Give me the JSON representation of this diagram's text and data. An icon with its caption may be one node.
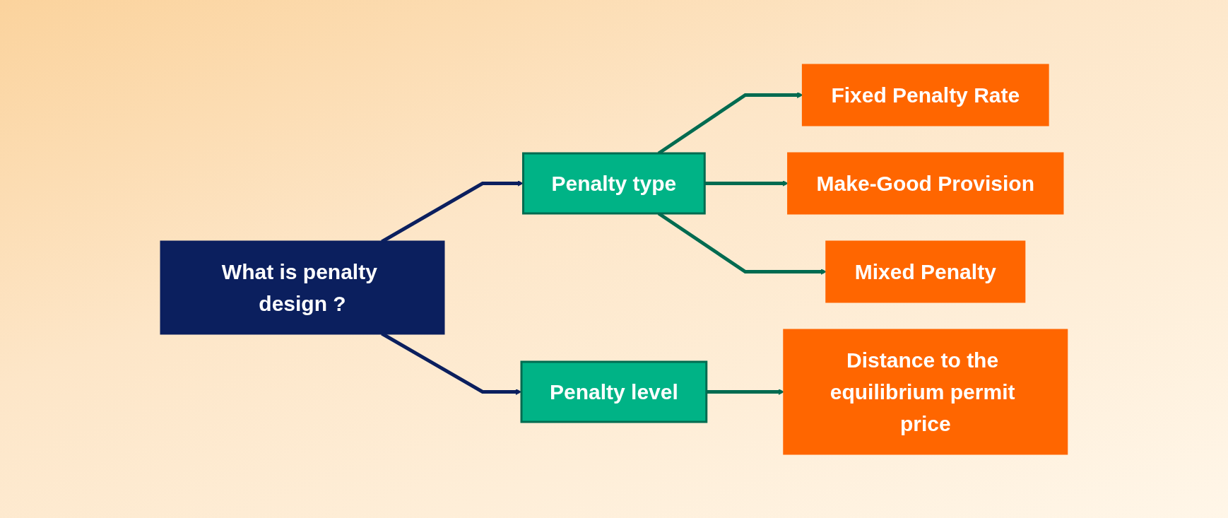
{
  "diagram": {
    "nodes": [
      {
        "text": [
          "What is penalty design ?"
        ]
      },
      {
        "text": [
          "Penalty type"
        ]
      },
      {
        "text": [
          "Penalty level"
        ]
      },
      {
        "text": [
          "Fixed Penalty Rate"
        ]
      },
      {
        "text": [
          "Make-Good Provision"
        ]
      },
      {
        "text": [
          "Mixed Penalty"
        ]
      },
      {
        "text": [
          "Distance to the equilibrium permit price"
        ]
      }
    ],
    "edges": [
      {
        "from": 0,
        "to": 1,
        "arrow": "to",
        "color": "#0b1f5e"
      },
      {
        "from": 0,
        "to": 2,
        "arrow": "to",
        "color": "#0b1f5e"
      },
      {
        "from": 1,
        "to": 3,
        "arrow": "to"
      },
      {
        "from": 1,
        "to": 4,
        "arrow": "to"
      },
      {
        "from": 1,
        "to": 5,
        "arrow": "to"
      },
      {
        "from": 2,
        "to": 6,
        "arrow": "to"
      }
    ]
  }
}
